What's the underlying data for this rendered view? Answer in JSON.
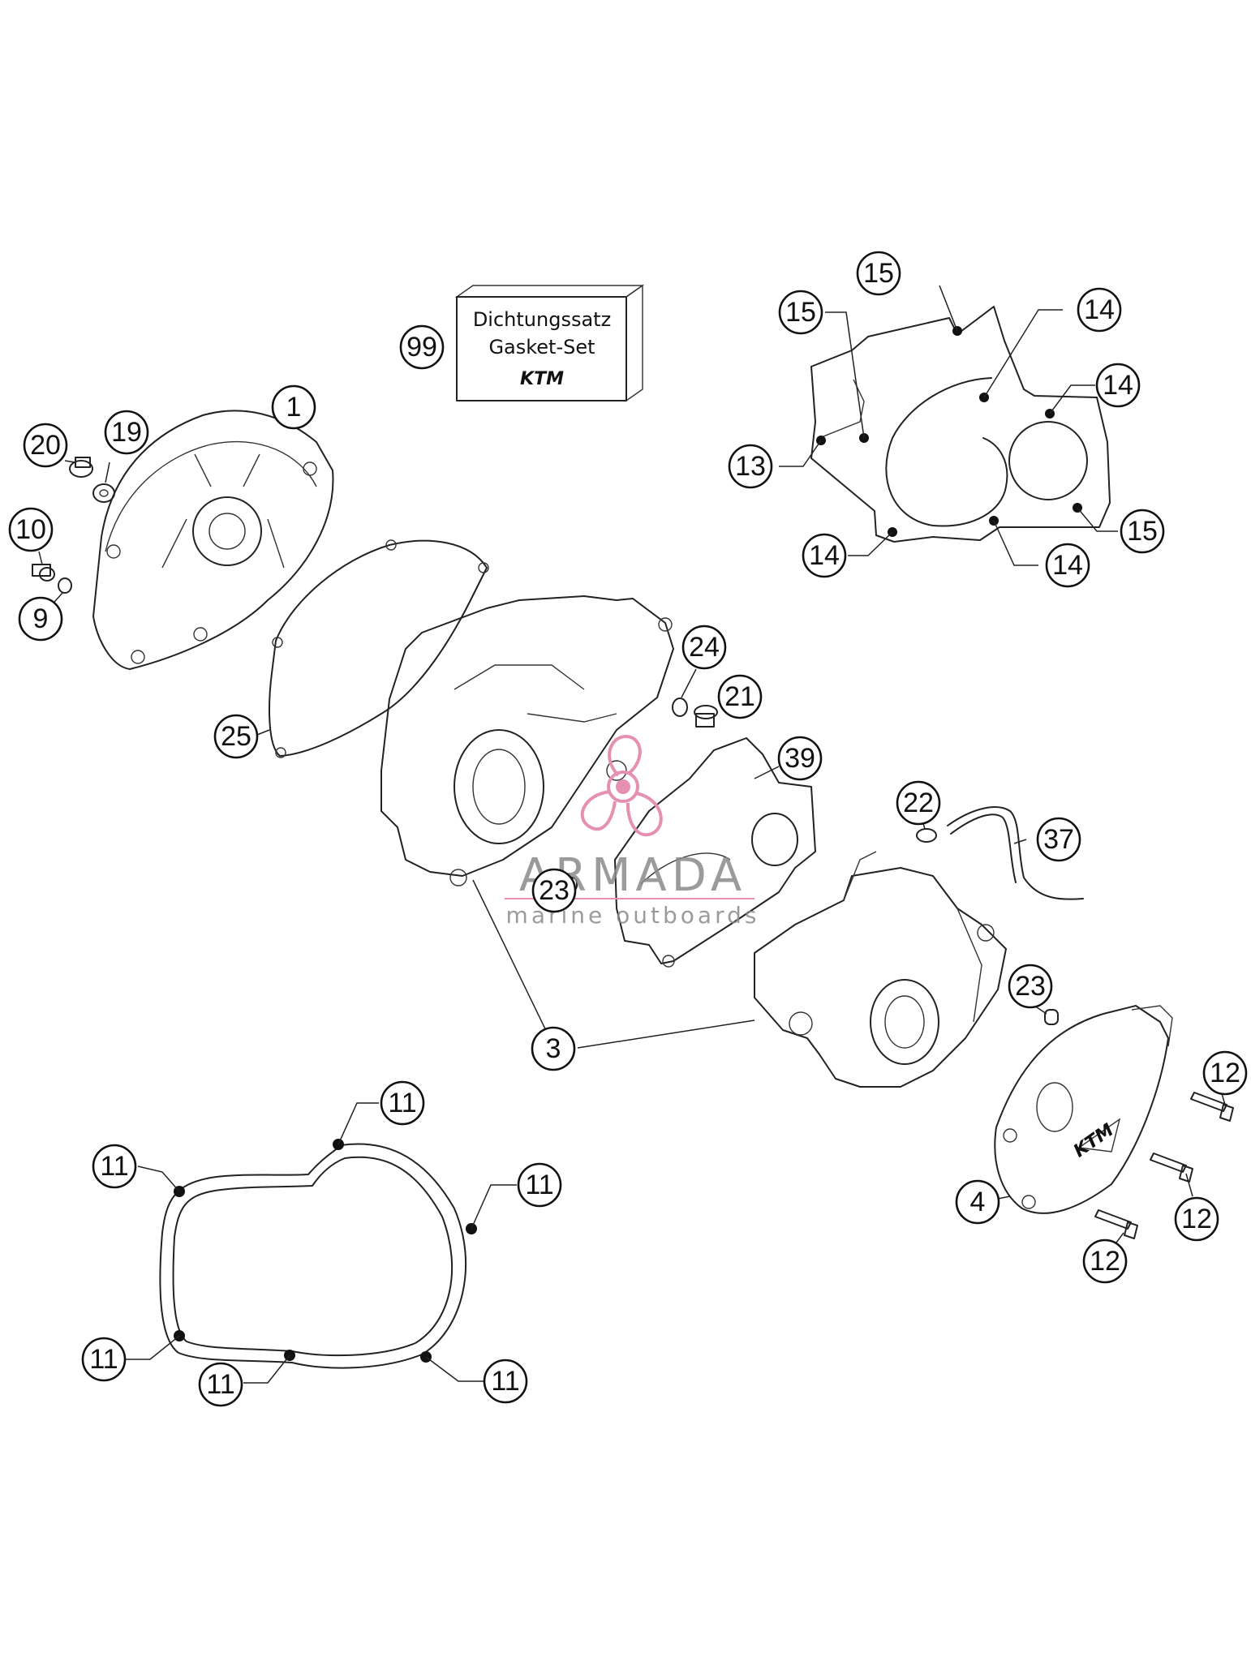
{
  "gasket_set": {
    "callout": "99",
    "line1": "Dichtungssatz",
    "line2": "Gasket-Set",
    "brand": "KTM"
  },
  "watermark": {
    "name": "ARMADA",
    "tagline": "marine outboards"
  },
  "callouts": {
    "c1": "1",
    "c3": "3",
    "c4": "4",
    "c9": "9",
    "c10": "10",
    "c11": "11",
    "c12": "12",
    "c13": "13",
    "c14": "14",
    "c15": "15",
    "c19": "19",
    "c20": "20",
    "c21": "21",
    "c22": "22",
    "c23": "23",
    "c24": "24",
    "c25": "25",
    "c37": "37",
    "c39": "39"
  },
  "colors": {
    "watermark_pink": "#e58fb1",
    "line": "#222222"
  }
}
